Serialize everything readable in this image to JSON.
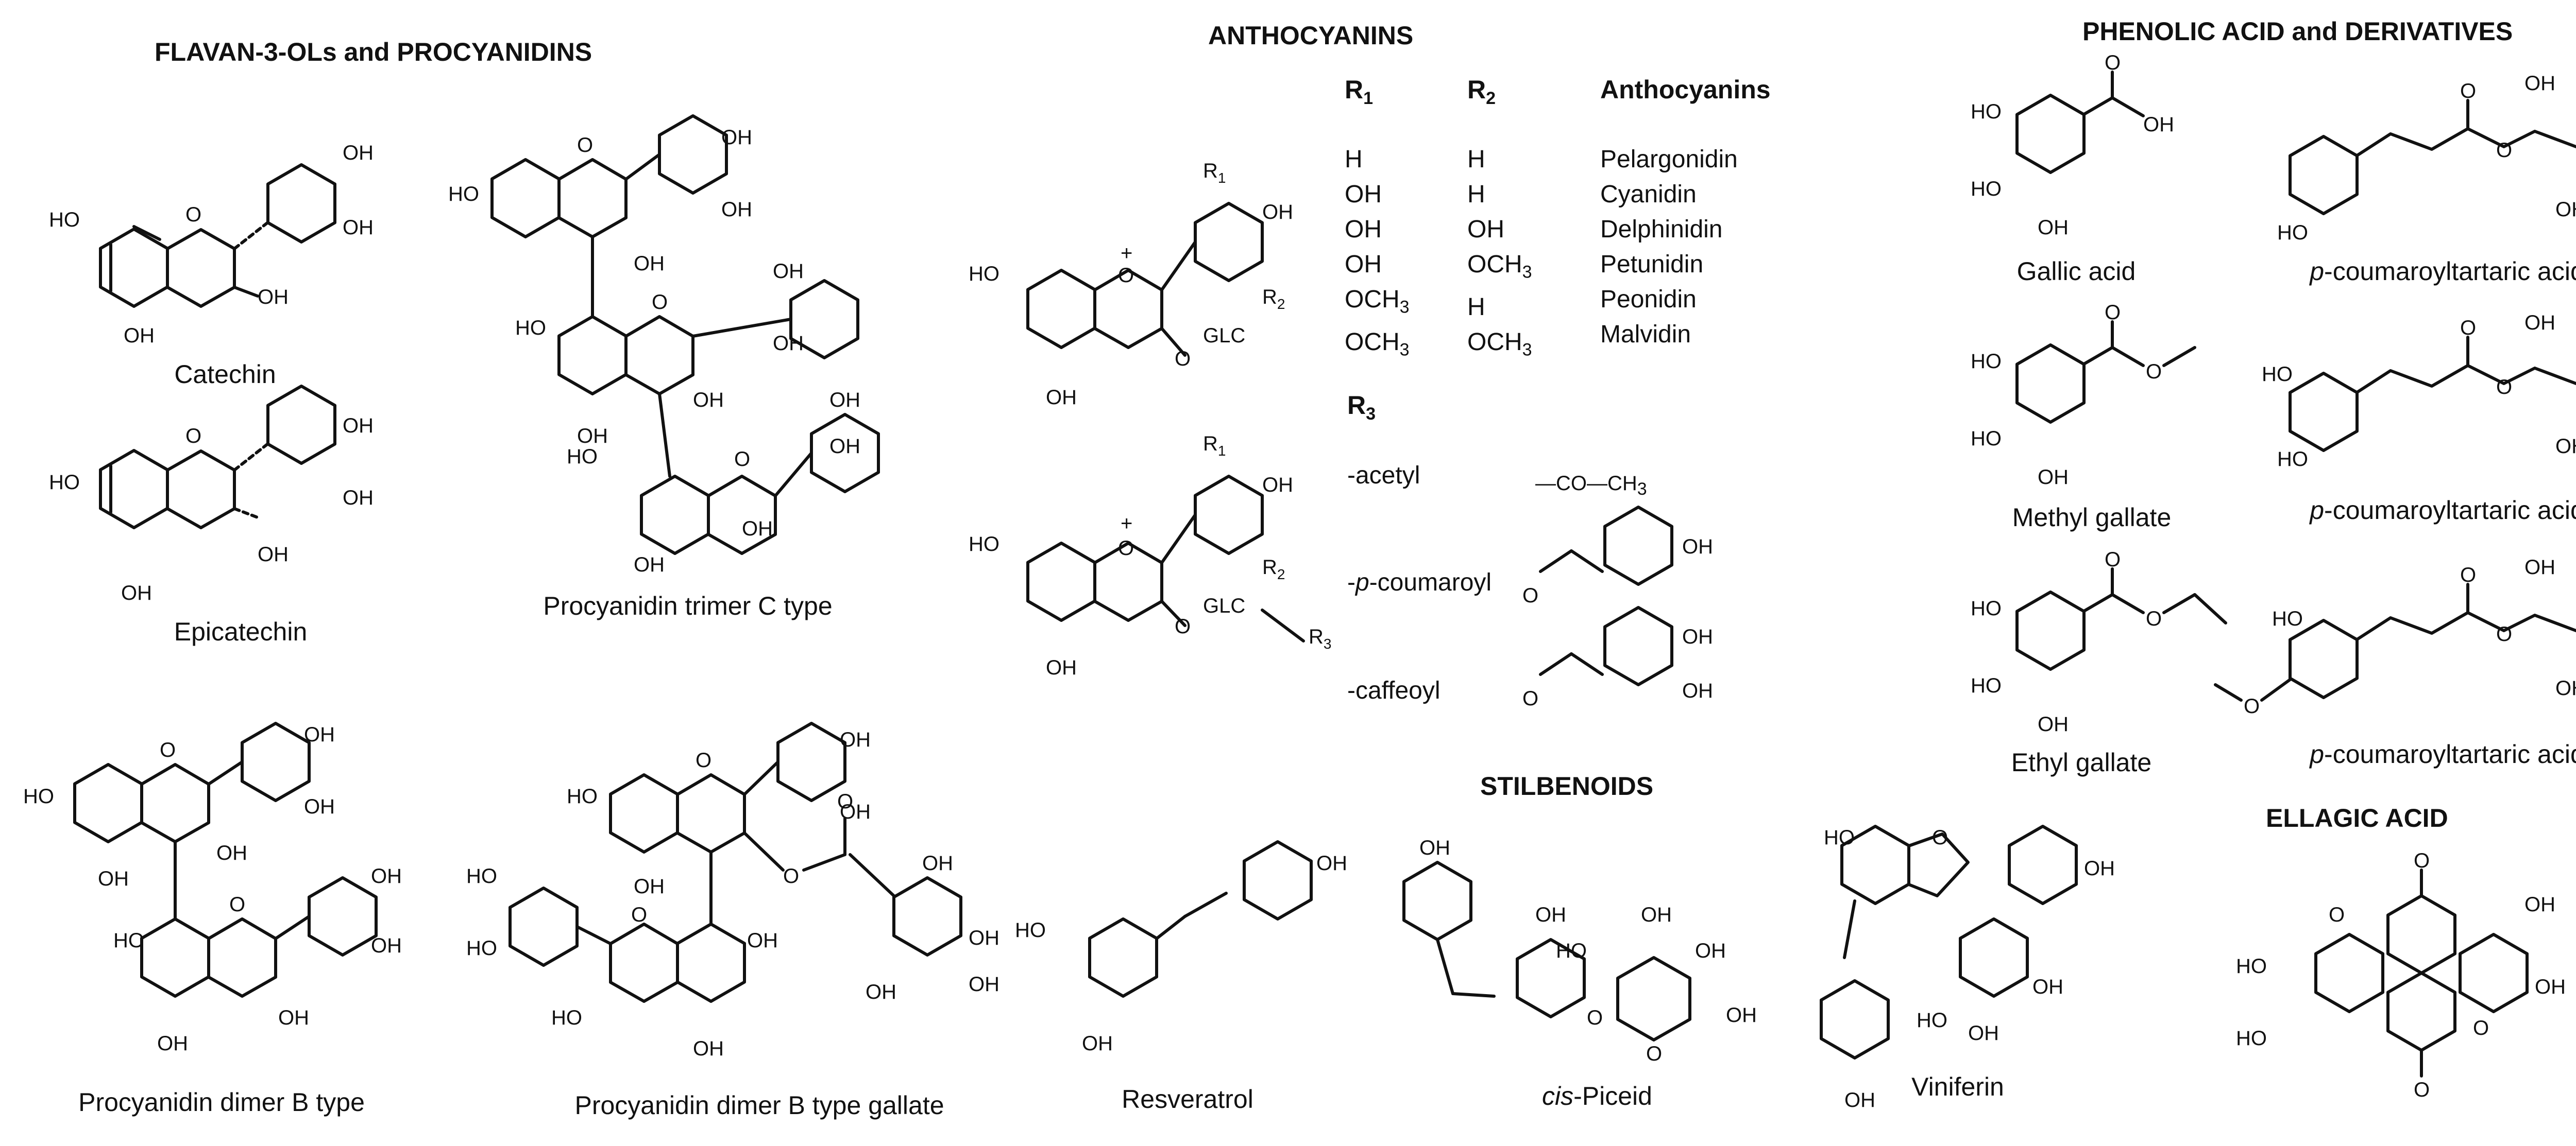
{
  "headers": {
    "flavanols": "FLAVAN-3-OLs and PROCYANIDINS",
    "anthocyanins": "ANTHOCYANINS",
    "phenolic": "PHENOLIC ACID and DERIVATIVES",
    "stilbenoids": "STILBENOIDS",
    "ellagic": "ELLAGIC ACID"
  },
  "captions": {
    "catechin": "Catechin",
    "epicatechin": "Epicatechin",
    "trimer": "Procyanidin trimer C type",
    "dimer_b": "Procyanidin dimer B type",
    "dimer_b_gallate": "Procyanidin dimer B type gallate",
    "resveratrol": "Resveratrol",
    "piceid_prefix": "cis",
    "piceid_rest": "-Piceid",
    "viniferin": "Viniferin",
    "gallic": "Gallic acid",
    "methyl_gallate": "Methyl gallate",
    "ethyl_gallate": "Ethyl gallate",
    "pcta_prefix": "p",
    "pcta_rest": "-coumaroyltartaric acid"
  },
  "anthocyanin_table": {
    "col_r1": "R",
    "col_r1_sub": "1",
    "col_r2": "R",
    "col_r2_sub": "2",
    "col_name": "Anthocyanins",
    "rows": [
      {
        "r1": "H",
        "r2": "H",
        "name": "Pelargonidin"
      },
      {
        "r1": "OH",
        "r2": "H",
        "name": "Cyanidin"
      },
      {
        "r1": "OH",
        "r2": "OH",
        "name": "Delphinidin"
      },
      {
        "r1": "OH",
        "r2": "OCH",
        "r2_sub": "3",
        "name": "Petunidin"
      },
      {
        "r1": "OCH",
        "r1_sub": "3",
        "r2": "H",
        "name": "Peonidin"
      },
      {
        "r1": "OCH",
        "r1_sub": "3",
        "r2": "OCH",
        "r2_sub": "3",
        "name": "Malvidin"
      }
    ]
  },
  "r3_table": {
    "label": "R",
    "label_sub": "3",
    "acetyl": "-acetyl",
    "acetyl_formula": "—CO—CH",
    "acetyl_formula_sub": "3",
    "coumaroyl_pre": "-",
    "coumaroyl_italic": "p",
    "coumaroyl_rest": "-coumaroyl",
    "caffeoyl": "-caffeoyl"
  },
  "atoms": {
    "oh": "OH",
    "ho": "HO",
    "o": "O",
    "o_plus": "+",
    "r1": "R",
    "r1_sub": "1",
    "r2": "R",
    "r2_sub": "2",
    "r3": "R",
    "r3_sub": "3",
    "glc": "GLC"
  }
}
